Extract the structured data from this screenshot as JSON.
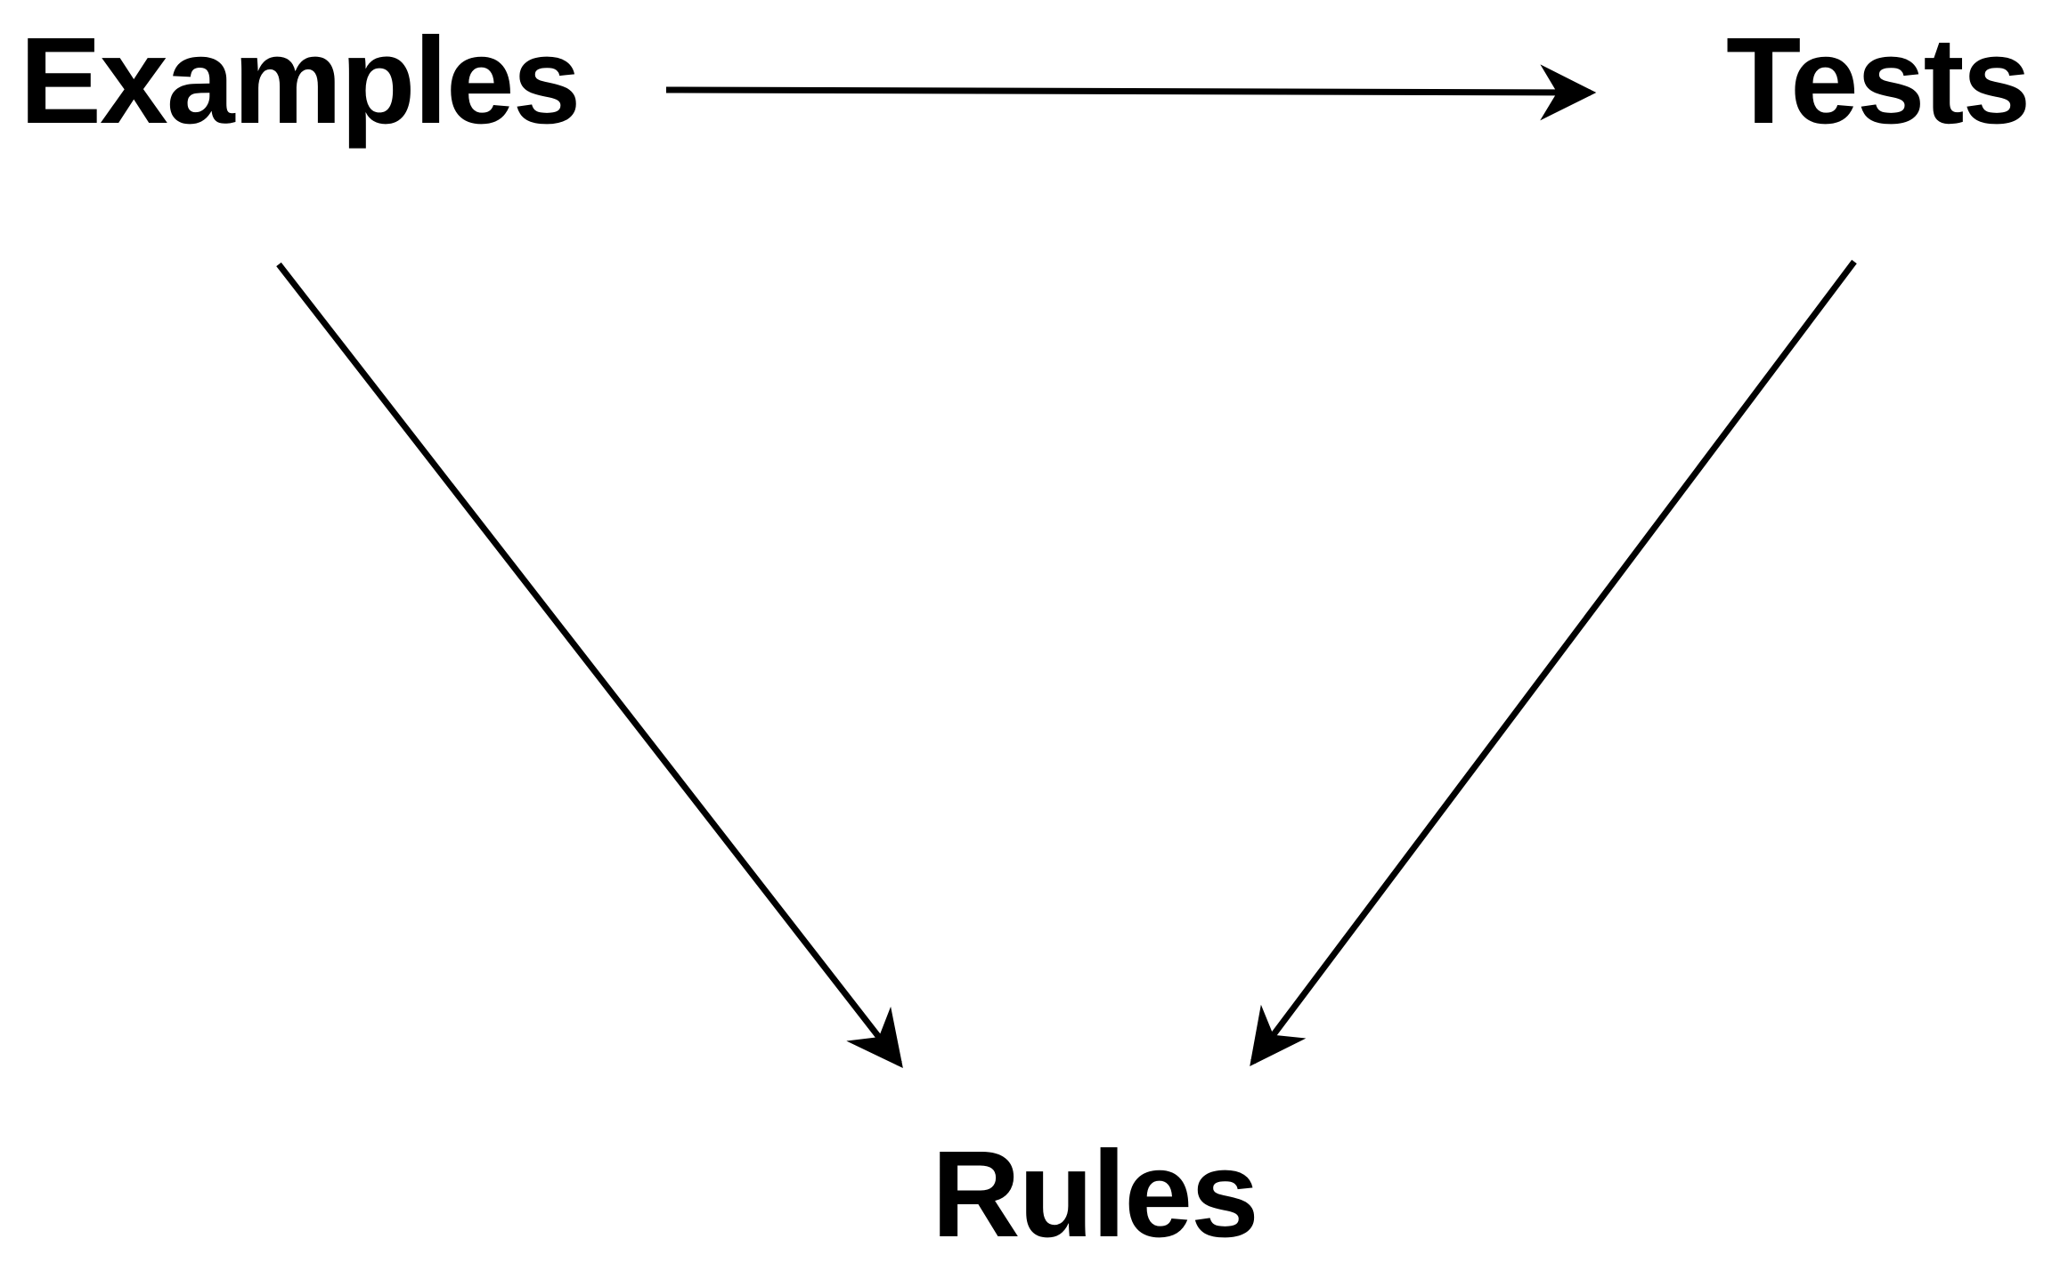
{
  "diagram": {
    "nodes": {
      "examples": "Examples",
      "tests": "Tests",
      "rules": "Rules"
    },
    "edges": [
      {
        "from": "examples",
        "to": "tests"
      },
      {
        "from": "examples",
        "to": "rules"
      },
      {
        "from": "tests",
        "to": "rules"
      }
    ],
    "stroke_color": "#000000",
    "text_color": "#000000",
    "background": "#ffffff"
  }
}
